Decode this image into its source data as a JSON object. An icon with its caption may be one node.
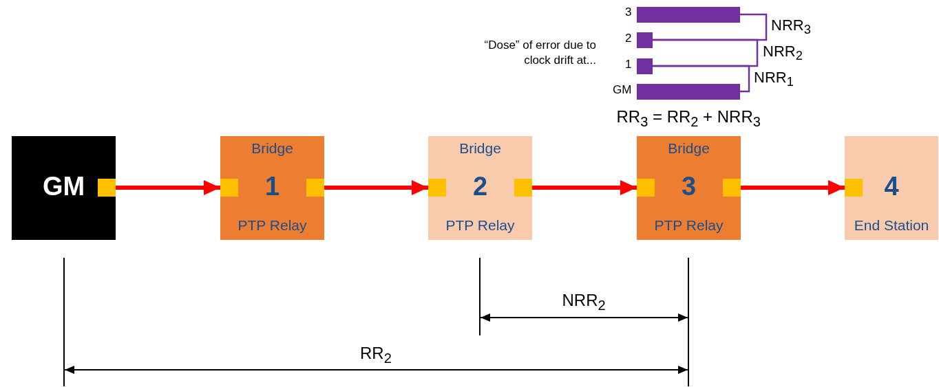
{
  "diagram": {
    "nodes": [
      {
        "text": [
          "GM"
        ]
      },
      {
        "text": [
          "Bridge",
          "1",
          "PTP Relay"
        ]
      },
      {
        "text": [
          "Bridge",
          "2",
          "PTP Relay"
        ]
      },
      {
        "text": [
          "Bridge",
          "3",
          "PTP Relay"
        ]
      },
      {
        "text": [
          "4",
          "End Station"
        ]
      }
    ],
    "edges": [
      {
        "from": 0,
        "to": 1,
        "arrow": "to"
      },
      {
        "from": 1,
        "to": 2,
        "arrow": "to"
      },
      {
        "from": 2,
        "to": 3,
        "arrow": "to"
      },
      {
        "from": 3,
        "to": 4,
        "arrow": "to"
      }
    ],
    "labels": [
      "3",
      "2",
      "1",
      "GM",
      "“Dose” of error due to clock drift at...",
      "NRR$_{3}$",
      "NRR$_{2}$",
      "NRR$_{1}$",
      "RR$_{3}$ = RR$_{2}$ + NRR$_{3}$",
      "NRR$_{2}$",
      "RR$_{2}$"
    ]
  }
}
